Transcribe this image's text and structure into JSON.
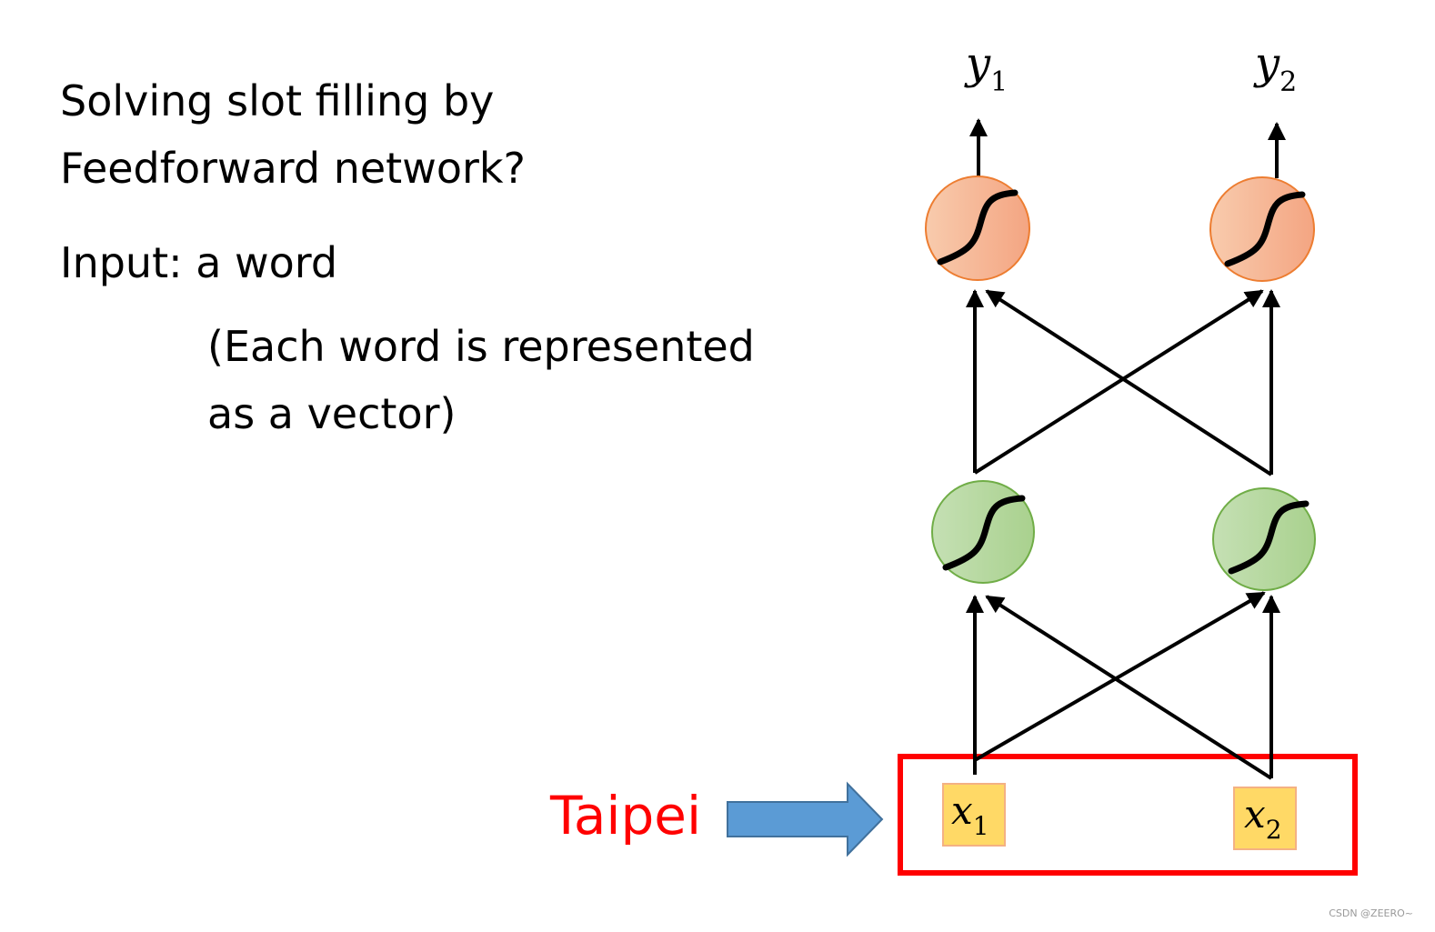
{
  "slide": {
    "title_lines": [
      "Solving slot filling by",
      "Feedforward network?"
    ],
    "input_label": "Input: a word",
    "note_lines": [
      "(Each word is represented",
      "as a vector)"
    ]
  },
  "input_word": "Taipei",
  "network": {
    "inputs": [
      {
        "symbol": "x",
        "index": "1"
      },
      {
        "symbol": "x",
        "index": "2"
      }
    ],
    "outputs": [
      {
        "symbol": "y",
        "index": "1"
      },
      {
        "symbol": "y",
        "index": "2"
      }
    ],
    "hidden_color": "#a9d18e",
    "output_color": "#f4b183",
    "input_box_color": "#ffd966",
    "highlight_color": "#ff0000",
    "arrow_color": "#5b9bd5"
  },
  "watermark": "CSDN @ZEERO~"
}
